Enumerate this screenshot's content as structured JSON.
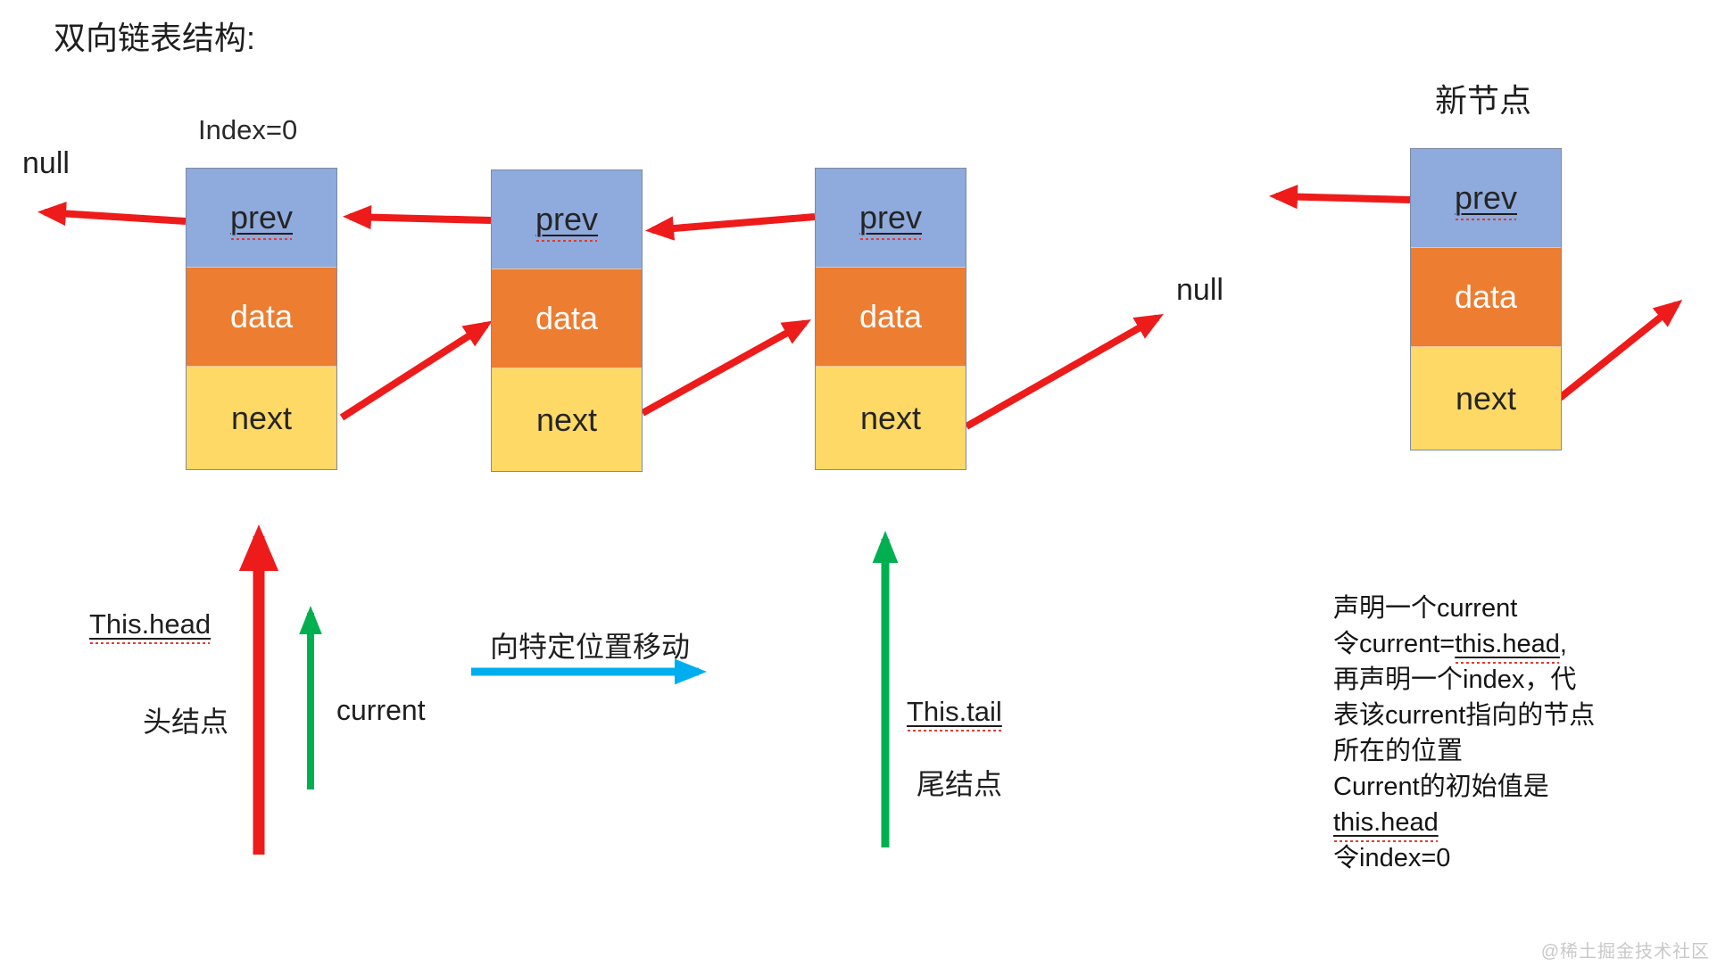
{
  "title": "双向链表结构:",
  "labels": {
    "index0": "Index=0",
    "null_left": "null",
    "null_mid": "null",
    "new_node_title": "新节点",
    "this_head": "This.head",
    "head_node_cn": "头结点",
    "current": "current",
    "move_to_position_cn": "向特定位置移动",
    "this_tail": "This.tail",
    "tail_node_cn": "尾结点"
  },
  "nodes": [
    {
      "name": "head-node",
      "prev": "prev",
      "data": "data",
      "next": "next"
    },
    {
      "name": "middle-node",
      "prev": "prev",
      "data": "data",
      "next": "next"
    },
    {
      "name": "tail-node",
      "prev": "prev",
      "data": "data",
      "next": "next"
    },
    {
      "name": "new-node",
      "prev": "prev",
      "data": "data",
      "next": "next"
    }
  ],
  "notes": {
    "line1": "声明一个current",
    "line2_pre": "令current=",
    "line2_link": "this.head",
    "line2_post": ",",
    "line3": "再声明一个index，代",
    "line4": "表该current指向的节点",
    "line5": "所在的位置",
    "line6": "Current的初始值是",
    "line7_link": "this.head",
    "line8": "令index=0"
  },
  "watermark": "@稀土掘金技术社区",
  "colors": {
    "prev_fill": "#8faadc",
    "data_fill": "#ed7d31",
    "next_fill": "#ffd966",
    "arrow_red": "#ee1b1b",
    "arrow_green": "#00b050",
    "arrow_blue": "#00aeef"
  }
}
